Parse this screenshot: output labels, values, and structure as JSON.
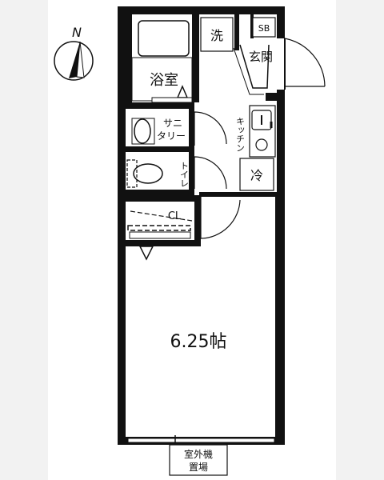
{
  "compass": {
    "north": "N"
  },
  "rooms": {
    "bath": "浴室",
    "washer": "洗",
    "sb": "SB",
    "entrance": "玄関",
    "sanitary_line1": "サニ",
    "sanitary_line2": "タリー",
    "kitchen": "キッチン",
    "toilet": "トイレ",
    "fridge": "冷",
    "closet": "CL",
    "main_room": "6.25帖",
    "outdoor_unit_line1": "室外機",
    "outdoor_unit_line2": "置場"
  },
  "colors": {
    "wall": "#111111",
    "paper": "#ffffff",
    "background": "#f2f2f2"
  }
}
